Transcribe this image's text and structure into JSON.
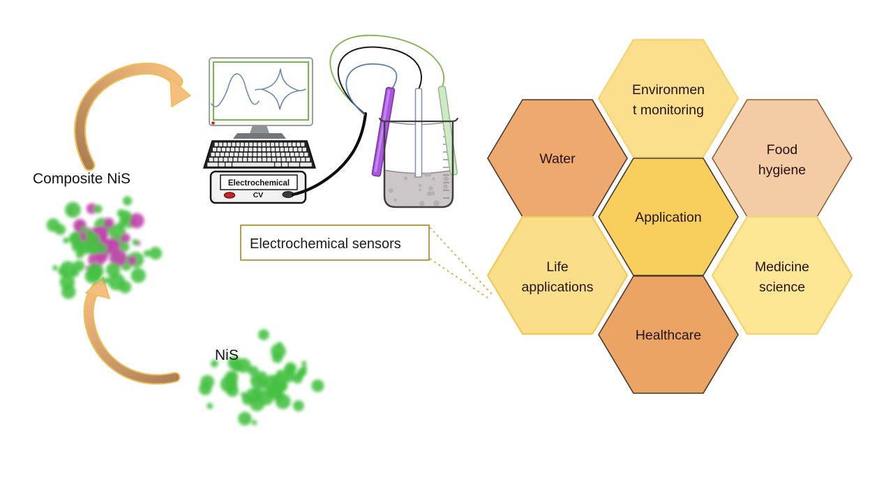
{
  "title": "NiS electrochemical sensor applications diagram",
  "labels": {
    "composite": "Composite NiS",
    "nis": "NiS",
    "sensor_box": "Electrochemical sensors"
  },
  "device": {
    "display": "Electrochemical",
    "mode": "CV"
  },
  "colors": {
    "particle_green": "#45c143",
    "particle_magenta": "#c244ae",
    "arrow_light": "#f5bd7f",
    "arrow_dark": "#ad7f55",
    "arrow_outline": "#ecbf58",
    "sensor_box_border": "#a5802a",
    "dashed_line": "#d9a846",
    "screen_border": "#79b648",
    "waveform": "#6b88b8",
    "hex_text": "#24130a",
    "electrode_purple": "#a957de",
    "electrode_white": "#fdfeff",
    "electrode_green": "#cfe8c5",
    "liquid_gray": "#cdc6c9"
  },
  "hexagons": [
    {
      "id": "environment",
      "label": "Environment monitoring",
      "lines": [
        "Environmen",
        "t monitoring"
      ],
      "fill": "#FBDF8D",
      "stroke": "#F2D576",
      "border": "light"
    },
    {
      "id": "water",
      "label": "Water",
      "lines": [
        "Water"
      ],
      "fill": "#EDA96E",
      "stroke": "#45382B",
      "border": "dark"
    },
    {
      "id": "food-hygiene",
      "label": "Food hygiene",
      "lines": [
        "Food",
        "hygiene"
      ],
      "fill": "#F3CBA5",
      "stroke": "#8A6038",
      "border": "dark"
    },
    {
      "id": "application",
      "label": "Application",
      "lines": [
        "Application"
      ],
      "fill": "#F8CE5C",
      "stroke": "#45382B",
      "border": "dark"
    },
    {
      "id": "life-applications",
      "label": "Life applications",
      "lines": [
        "Life",
        "applications"
      ],
      "fill": "#FADE8A",
      "stroke": "#EFCB5F",
      "border": "light"
    },
    {
      "id": "medicine-science",
      "label": "Medicine science",
      "lines": [
        "Medicine",
        "science"
      ],
      "fill": "#FDE794",
      "stroke": "#F2D576",
      "border": "light"
    },
    {
      "id": "healthcare",
      "label": "Healthcare",
      "lines": [
        "Healthcare"
      ],
      "fill": "#EBA463",
      "stroke": "#45382B",
      "border": "dark"
    }
  ]
}
